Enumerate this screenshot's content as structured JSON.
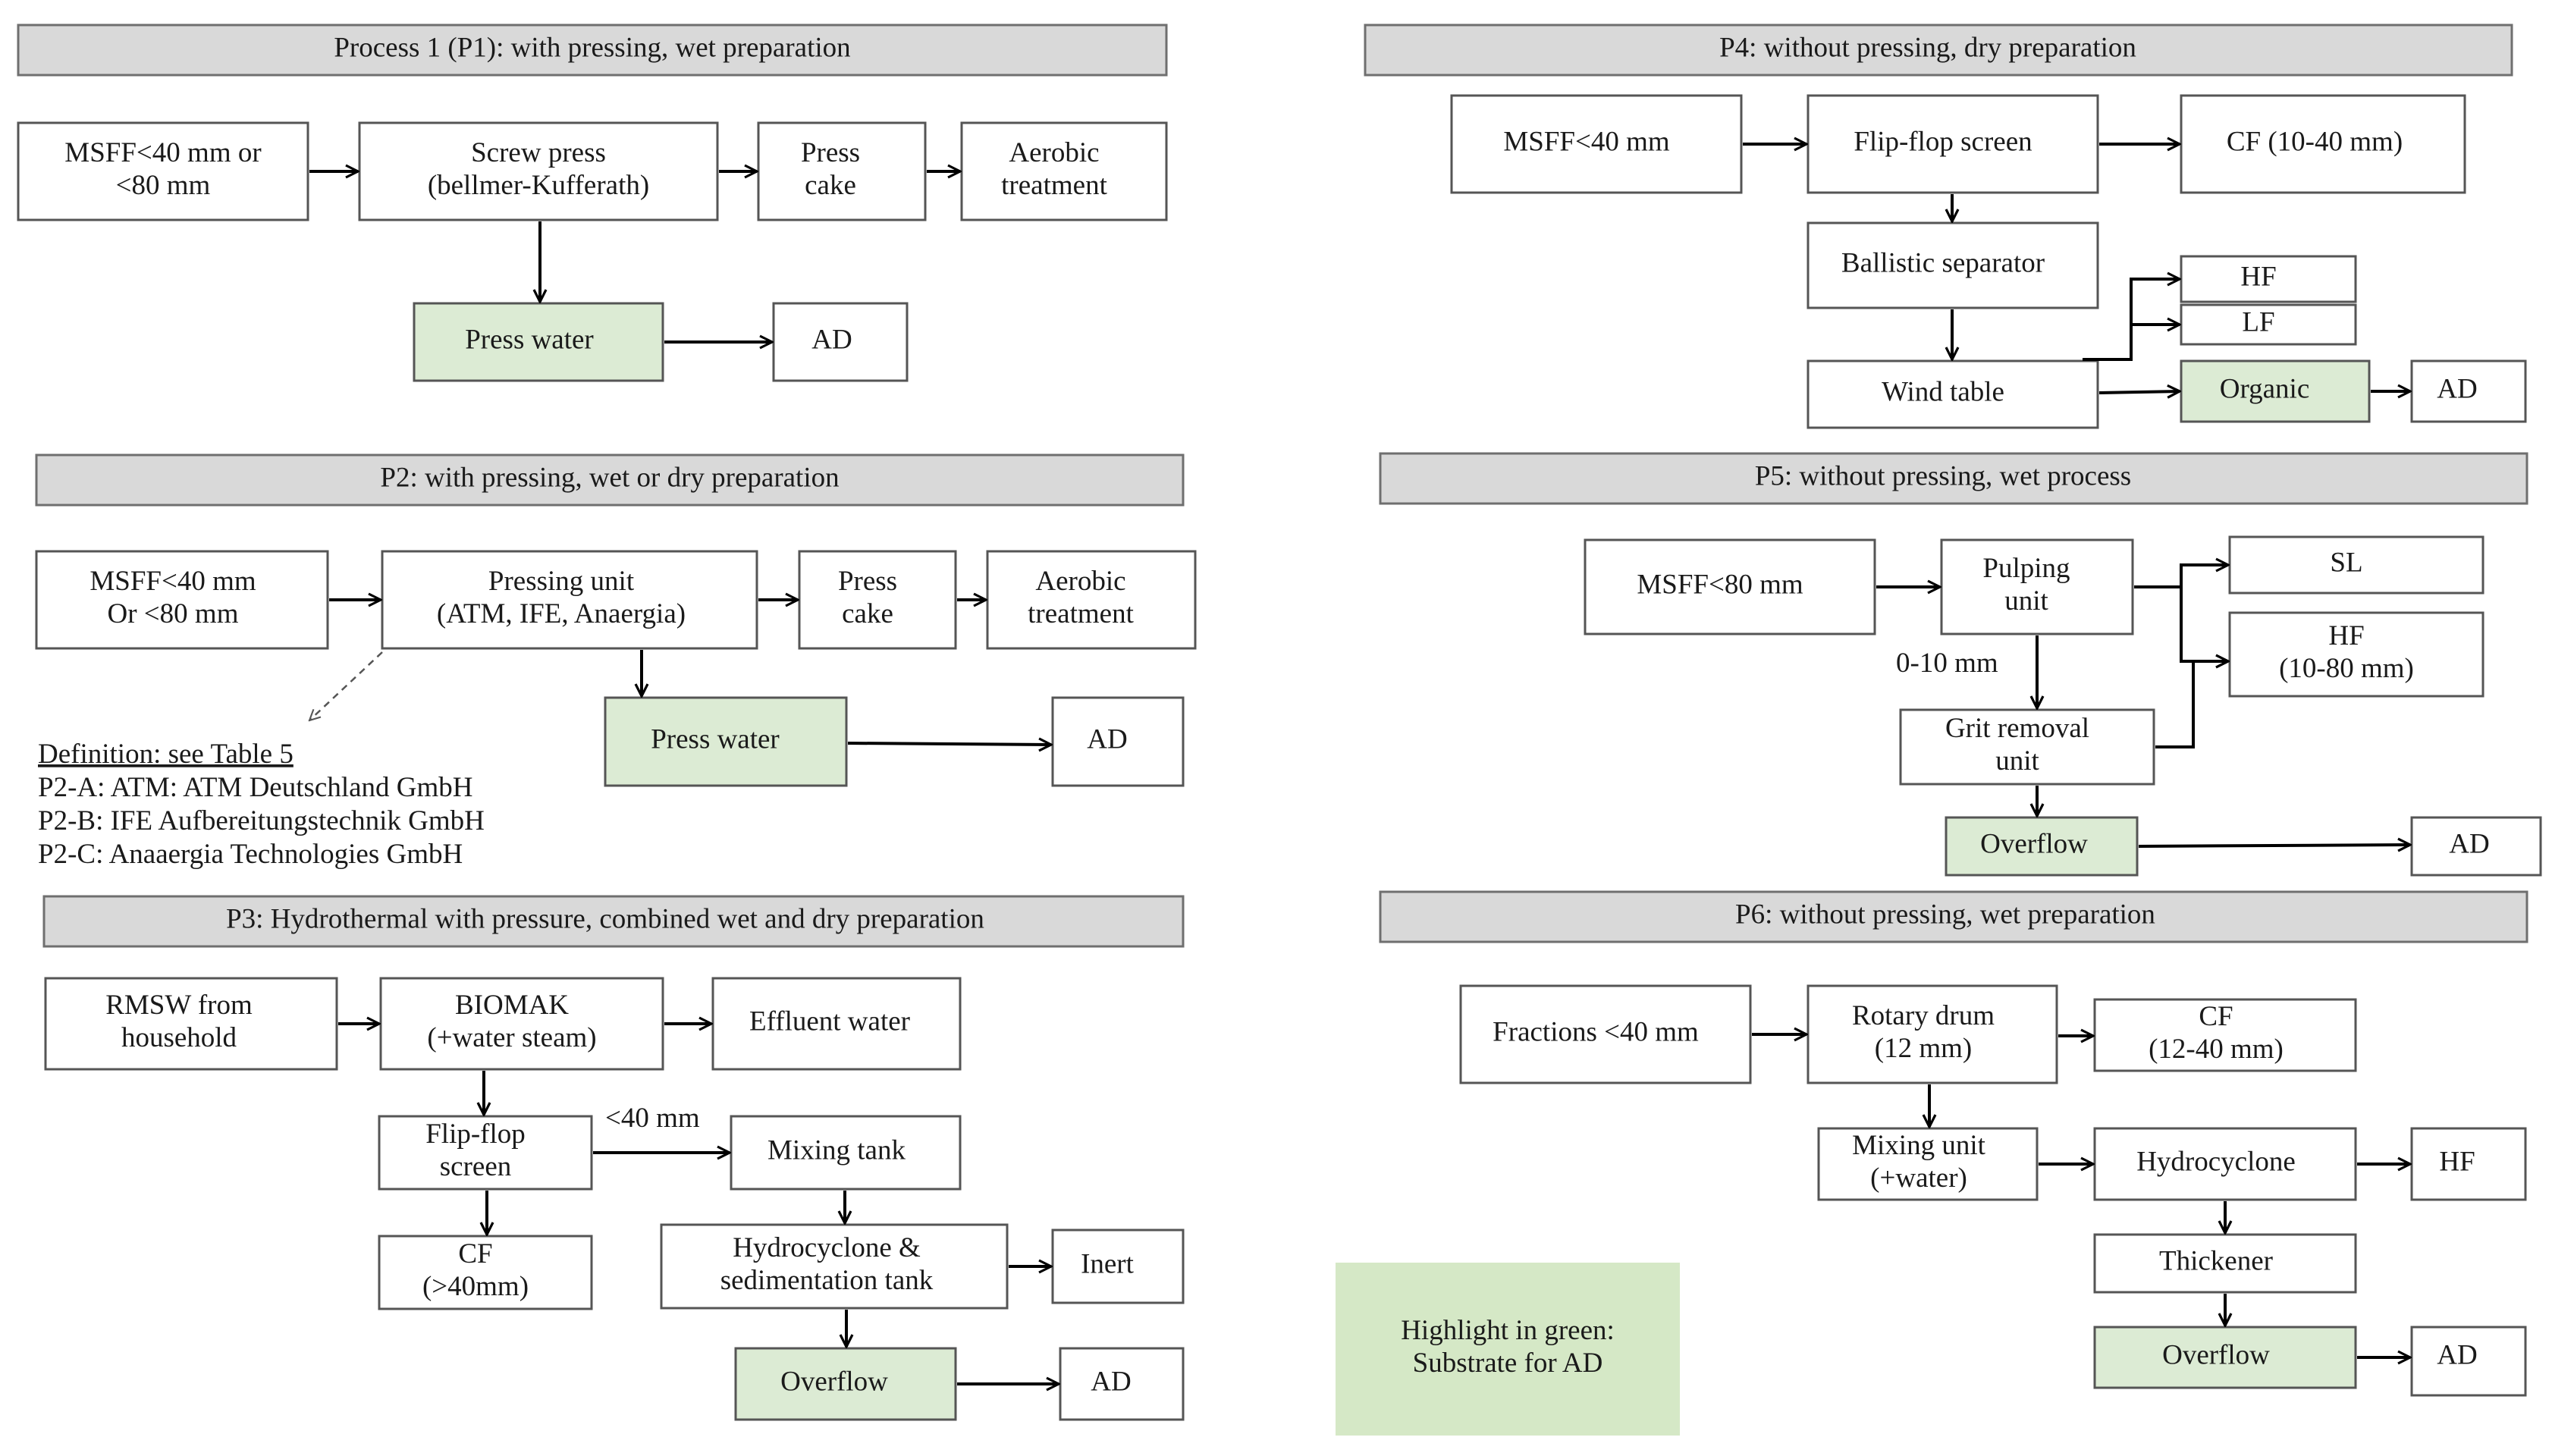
{
  "panels": {
    "p1": {
      "title": "Process 1 (P1): with pressing, wet preparation",
      "msff": [
        "MSFF<40 mm or",
        "<80 mm"
      ],
      "screw_press": [
        "Screw press",
        "(bellmer-Kufferath)"
      ],
      "press_cake": [
        "Press",
        "cake"
      ],
      "aerobic": [
        "Aerobic",
        "treatment"
      ],
      "press_water": [
        "Press water"
      ],
      "ad": [
        "AD"
      ]
    },
    "p2": {
      "title": "P2: with pressing, wet or dry preparation",
      "msff": [
        "MSFF<40 mm",
        "Or <80 mm"
      ],
      "pressing_unit": [
        "Pressing unit",
        "(ATM, IFE, Anaergia)"
      ],
      "press_cake": [
        "Press",
        "cake"
      ],
      "aerobic": [
        "Aerobic",
        "treatment"
      ],
      "press_water": [
        "Press water"
      ],
      "ad": [
        "AD"
      ],
      "definition": "Definition: see Table 5",
      "variants": [
        "P2-A: ATM: ATM Deutschland GmbH",
        "P2-B: IFE Aufbereitungstechnik GmbH",
        "P2-C: Anaaergia Technologies GmbH"
      ]
    },
    "p3": {
      "title": "P3: Hydrothermal with pressure, combined wet and dry preparation",
      "rmsw": [
        "RMSW from",
        "household"
      ],
      "biomak": [
        "BIOMAK",
        "(+water steam)"
      ],
      "effluent": [
        "Effluent water"
      ],
      "flipflop": [
        "Flip-flop",
        "screen"
      ],
      "mixing_tank": [
        "Mixing tank"
      ],
      "cf": [
        "CF",
        "(>40mm)"
      ],
      "hydrocyclone": [
        "Hydrocyclone &",
        "sedimentation tank"
      ],
      "inert": [
        "Inert"
      ],
      "overflow": [
        "Overflow"
      ],
      "ad": [
        "AD"
      ],
      "label_40": "<40 mm"
    },
    "p4": {
      "title": "P4: without pressing, dry preparation",
      "msff": [
        "MSFF<40 mm"
      ],
      "flipflop": [
        "Flip-flop screen"
      ],
      "cf": [
        "CF (10-40 mm)"
      ],
      "ballistic": [
        "Ballistic separator"
      ],
      "hf": [
        "HF"
      ],
      "lf": [
        "LF"
      ],
      "wind_table": [
        "Wind table"
      ],
      "organic": [
        "Organic"
      ],
      "ad": [
        "AD"
      ]
    },
    "p5": {
      "title": "P5: without pressing, wet process",
      "msff": [
        "MSFF<80 mm"
      ],
      "pulping": [
        "Pulping",
        "unit"
      ],
      "sl": [
        "SL"
      ],
      "hf": [
        "HF",
        "(10-80 mm)"
      ],
      "grit": [
        "Grit removal",
        "unit"
      ],
      "overflow": [
        "Overflow"
      ],
      "ad": [
        "AD"
      ],
      "label_010": "0-10 mm"
    },
    "p6": {
      "title": "P6: without pressing, wet preparation",
      "fractions": [
        "Fractions <40 mm"
      ],
      "rotary": [
        "Rotary drum",
        "(12 mm)"
      ],
      "cf": [
        "CF",
        "(12-40 mm)"
      ],
      "mixing_unit": [
        "Mixing unit",
        "(+water)"
      ],
      "hydrocyclone": [
        "Hydrocyclone"
      ],
      "hf": [
        "HF"
      ],
      "thickener": [
        "Thickener"
      ],
      "overflow": [
        "Overflow"
      ],
      "ad": [
        "AD"
      ]
    }
  },
  "legend": {
    "lines": [
      "Highlight in green:",
      "Substrate for AD"
    ]
  },
  "colors": {
    "header_fill": "#d9d9d9",
    "substrate_green": "#dcebd4",
    "legend_green": "#d5e8c6"
  }
}
